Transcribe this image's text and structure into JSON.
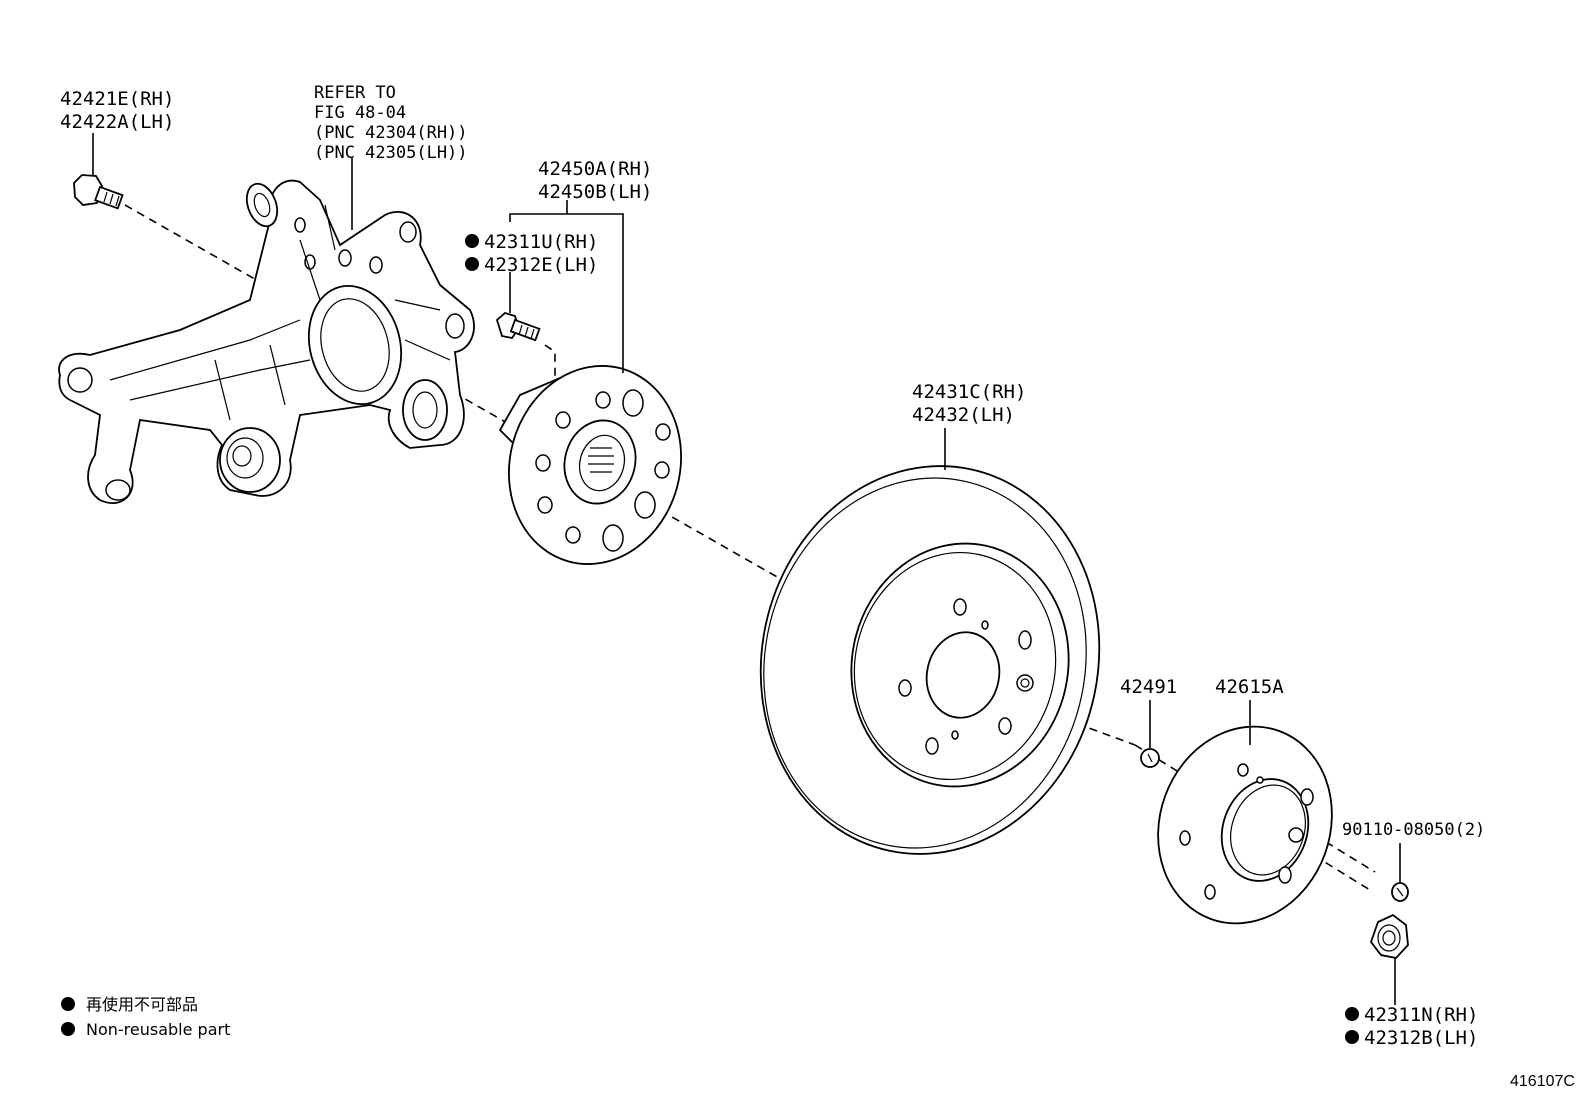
{
  "parts": {
    "knuckle_bolt": {
      "line1": "42421E(RH)",
      "line2": "42422A(LH)",
      "name": "knuckle-bolt"
    },
    "knuckle_ref": {
      "line1": "REFER TO",
      "line2": "FIG 48-04",
      "line3": "(PNC 42304(RH))",
      "line4": "(PNC 42305(LH))",
      "name": "steering-knuckle"
    },
    "hub_assembly": {
      "line1": "42450A(RH)",
      "line2": "42450B(LH)",
      "name": "rear-axle-hub"
    },
    "hub_bolt": {
      "line1": "42311U(RH)",
      "line2": "42312E(LH)",
      "non_reusable": true,
      "name": "hub-bolt"
    },
    "disc": {
      "line1": "42431C(RH)",
      "line2": "42432(LH)",
      "name": "brake-disc"
    },
    "disc_cap": {
      "line1": "42491",
      "name": "disc-cap"
    },
    "wheel": {
      "line1": "42615A",
      "name": "wheel-disc"
    },
    "screw": {
      "line1": "90110-08050(2)",
      "name": "screw"
    },
    "hub_nut": {
      "line1": "42311N(RH)",
      "line2": "42312B(LH)",
      "non_reusable": true,
      "name": "hub-nut"
    }
  },
  "legend": {
    "line_jp": "再使用不可部品",
    "line_en": "Non-reusable part",
    "marker": "filled-circle"
  },
  "figure_code": "416107C"
}
